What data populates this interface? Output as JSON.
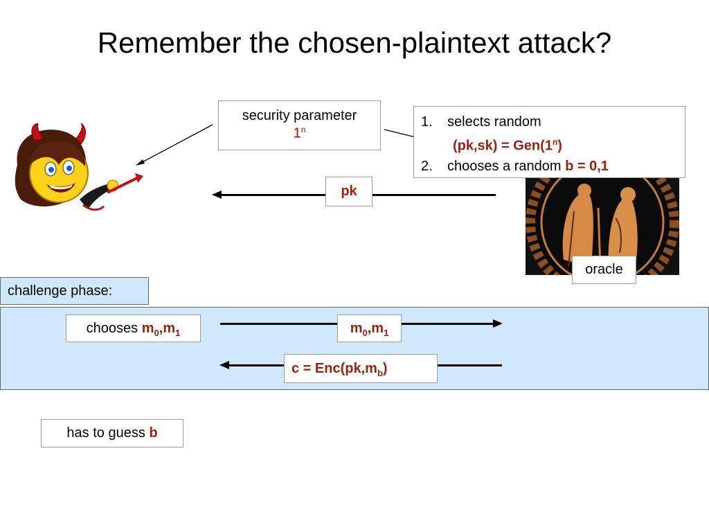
{
  "title": "Remember the chosen-plaintext attack?",
  "security": {
    "label": "security parameter",
    "value_base": "1",
    "value_exp": "n"
  },
  "steps": {
    "n1": "1.",
    "s1": "selects random",
    "s1_gen_pre": "(pk,sk) = Gen(1",
    "s1_gen_exp": "n",
    "s1_gen_post": ")",
    "n2": "2.",
    "s2_pre": "chooses a random ",
    "s2_bold": "b = 0,1"
  },
  "pk_label": "pk",
  "oracle_label": "oracle",
  "challenge_label": "challenge phase:",
  "chooses": {
    "prefix": "chooses ",
    "m": "m",
    "sub0": "0",
    "comma": ",",
    "sub1": "1"
  },
  "message": {
    "m": "m",
    "sub0": "0",
    "comma": ",",
    "sub1": "1"
  },
  "cipher": {
    "pre": "c = Enc(pk,m",
    "sub": "b",
    "post": ")"
  },
  "guess": {
    "prefix": "has to guess ",
    "bold": "b"
  },
  "colors": {
    "accent": "#99220f",
    "band": "#cfe8fb",
    "param": "#c00000"
  }
}
